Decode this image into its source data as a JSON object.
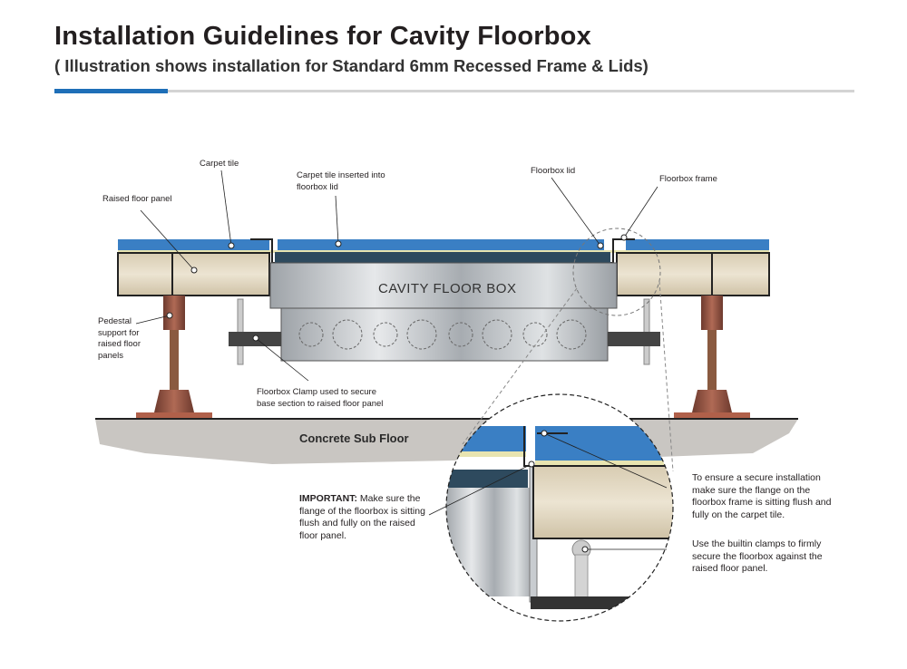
{
  "header": {
    "title": "Installation Guidelines for Cavity Floorbox",
    "subtitle": "( Illustration shows installation for Standard 6mm Recessed Frame & Lids)"
  },
  "colors": {
    "accent": "#1e6fb8",
    "carpet": "#3a7fc4",
    "panel": "#e3d9c3",
    "pedestal": "#8a4a3a",
    "steel": "#b8bcc0",
    "frame": "#2e4a5e"
  },
  "labels": {
    "carpet_tile": "Carpet tile",
    "carpet_lid": "Carpet tile inserted into floorbox lid",
    "raised_panel": "Raised floor panel",
    "floorbox_lid": "Floorbox lid",
    "floorbox_frame": "Floorbox frame",
    "pedestal": "Pedestal support for raised floor panels",
    "clamp": "Floorbox Clamp used to secure base section to raised floor panel",
    "box": "CAVITY FLOOR BOX",
    "concrete": "Concrete Sub Floor",
    "important_bold": "IMPORTANT:",
    "important_text": "Make sure the flange of the floorbox is sitting flush and fully on the raised floor panel.",
    "secure_install": "To ensure a secure installation make sure the flange on the floorbox frame is sitting flush and fully on the carpet tile.",
    "builtin_clamps": "Use the builtin clamps to firmly secure the floorbox against the raised floor panel."
  }
}
